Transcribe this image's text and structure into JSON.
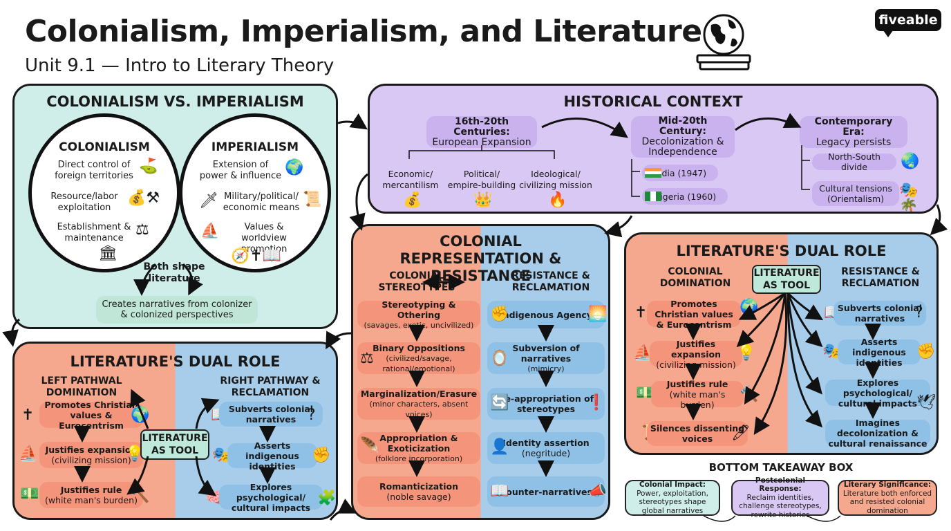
{
  "header": {
    "title": "Colonialism, Imperialism, and Literature",
    "subtitle": "Unit 9.1 — Intro to Literary Theory",
    "logo": "fiveable",
    "globe_icon": "globe-on-books-icon"
  },
  "colonial_vs": {
    "title": "COLONIALISM VS. IMPERIALISM",
    "colonialism": {
      "heading": "COLONIALISM",
      "items": [
        "Direct control of foreign territories",
        "Resource/labor exploitation",
        "Establishment & maintenance"
      ]
    },
    "imperialism": {
      "heading": "IMPERIALISM",
      "items": [
        "Extension of power & influence",
        "Military/political/ economic means",
        "Values & worldview promotion"
      ]
    },
    "both": "Both shape literature",
    "creates": "Creates narratives from colonizer & colonized perspectives"
  },
  "historical": {
    "title": "HISTORICAL CONTEXT",
    "era1": {
      "heading": "16th-20th Centuries:",
      "sub": "European Expansion",
      "branches": [
        "Economic/ mercantilism",
        "Political/ empire-building",
        "Ideological/ civilizing mission"
      ]
    },
    "era2": {
      "heading": "Mid-20th Century:",
      "sub": "Decolonization & Independence",
      "items": [
        "India (1947)",
        "Nigeria (1960)"
      ]
    },
    "era3": {
      "heading": "Contemporary Era:",
      "sub": "Legacy persists",
      "items": [
        "North-South divide",
        "Cultural tensions (Orientalism)"
      ]
    }
  },
  "dual_left": {
    "title": "LITERATURE'S DUAL ROLE",
    "left_head": "LEFT PATHWAL DOMINATION",
    "right_head": "RIGHT PATHWAY & RECLAMATION",
    "tool": "LITERATURE AS TOOL",
    "left_items": [
      {
        "title": "Promotes Christian values & Eurocentrism",
        "sub": ""
      },
      {
        "title": "Justifies expansion",
        "sub": "(civilizing mission)"
      },
      {
        "title": "Justifies rule",
        "sub": "(white man's burden)"
      }
    ],
    "right_items": [
      "Subverts colonial narratives",
      "Asserts indigenous identities",
      "Explores psychological/ cultural impacts"
    ]
  },
  "representation": {
    "title": "COLONIAL REPRESENTATION & RESISTANCE",
    "left_head": "COLONIAL STEREOTYPES",
    "right_head": "RESISTANCE & RECLAMATION",
    "left_items": [
      {
        "title": "Stereotyping & Othering",
        "sub": "(savages, exotic, uncivilized)"
      },
      {
        "title": "Binary Oppositions",
        "sub": "(civilized/savage, rational/emotional)"
      },
      {
        "title": "Marginalization/Erasure",
        "sub": "(minor characters, absent voices)"
      },
      {
        "title": "Appropriation & Exoticization",
        "sub": "(folklore incorporation)"
      },
      {
        "title": "Romanticization",
        "sub": "(noble savage)"
      }
    ],
    "right_items": [
      {
        "title": "Indigenous Agency",
        "sub": ""
      },
      {
        "title": "Subversion of narratives",
        "sub": "(mimicry)"
      },
      {
        "title": "Re-appropriation of stereotypes",
        "sub": ""
      },
      {
        "title": "Identity assertion",
        "sub": "(negritude)"
      },
      {
        "title": "Counter-narratives",
        "sub": ""
      }
    ]
  },
  "dual_right": {
    "title": "LITERATURE'S DUAL ROLE",
    "left_head": "COLONIAL DOMINATION",
    "right_head": "RESISTANCE & RECLAMATION",
    "tool": "LITERATURE AS TOOL",
    "left_items": [
      {
        "title": "Promotes Christian values & Eurocentrism",
        "sub": ""
      },
      {
        "title": "Justifies expansion",
        "sub": "(civilizing mission)"
      },
      {
        "title": "Justifies rule",
        "sub": "(white man's burden)"
      },
      {
        "title": "Silences dissenting voices",
        "sub": ""
      }
    ],
    "right_items": [
      "Subverts colonial narratives",
      "Asserts indigenous identities",
      "Explores psychological/ cultural impacts",
      "Imagines decolonization & cultural renaissance"
    ]
  },
  "takeaway": {
    "title": "BOTTOM TAKEAWAY BOX",
    "boxes": [
      {
        "head": "Colonial Impact:",
        "text": "Power, exploitation, stereotypes shape global narratives"
      },
      {
        "head": "Postcolonial Response:",
        "text": "Reclaim identities, challenge stereotypes, rewrite histories"
      },
      {
        "head": "Literary Significance:",
        "text": "Literature both enforced and resisted colonial domination"
      }
    ]
  },
  "colors": {
    "teal": "#cfeeea",
    "lavender": "#d9c8f3",
    "salmon": "#f6a88e",
    "blue": "#a7cdeb"
  }
}
